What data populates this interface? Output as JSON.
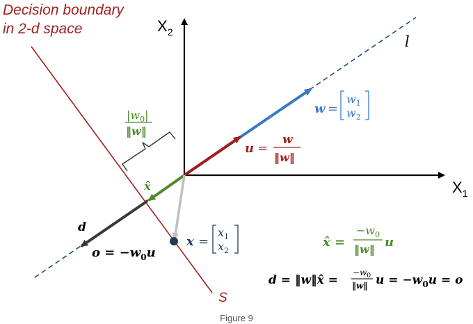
{
  "title": {
    "line1": "Decision boundary",
    "line2": "in 2-d space"
  },
  "axes": {
    "x1_label": "X",
    "x1_sub": "1",
    "x2_label": "X",
    "x2_sub": "2"
  },
  "lines": {
    "l_label": "l",
    "s_label": "S"
  },
  "vectors": {
    "w_lhs": "w",
    "w_eq": "=",
    "w_top": "w",
    "w_top_sub": "1",
    "w_bot": "w",
    "w_bot_sub": "2",
    "u_lhs": "u",
    "u_eq": "=",
    "u_num": "w",
    "u_den": "‖w‖",
    "w0_norm_num": "|w",
    "w0_norm_num_sub": "0",
    "w0_norm_num_end": "|",
    "w0_norm_den": "‖w‖",
    "xhat": "x̂",
    "d": "d",
    "o_eq": "o = −w",
    "o_sub": "0",
    "o_end": "u",
    "x_lhs": "x",
    "x_eq": "=",
    "x_top": "x",
    "x_top_sub": "1",
    "x_bot": "x",
    "x_bot_sub": "2"
  },
  "equations": {
    "xhat_lhs": "x̂ =",
    "xhat_num": "−w",
    "xhat_num_sub": "0",
    "xhat_den": "‖w‖",
    "xhat_rhs": "u",
    "d_lhs": "d = ‖w‖x̂ =",
    "d_num": "−w",
    "d_num_sub": "0",
    "d_den": "‖w‖",
    "d_rhs": "u = −w",
    "d_rhs_sub": "0",
    "d_rhs_end": "u = o"
  },
  "caption": "Figure 9",
  "colors": {
    "red": "#a31f1f",
    "blue": "#3b78c3",
    "green": "#4f8a2b",
    "dark": "#3a3a3a",
    "gray": "#bfbfbf",
    "navy": "#1f3b57",
    "dash": "#1f4e79"
  }
}
